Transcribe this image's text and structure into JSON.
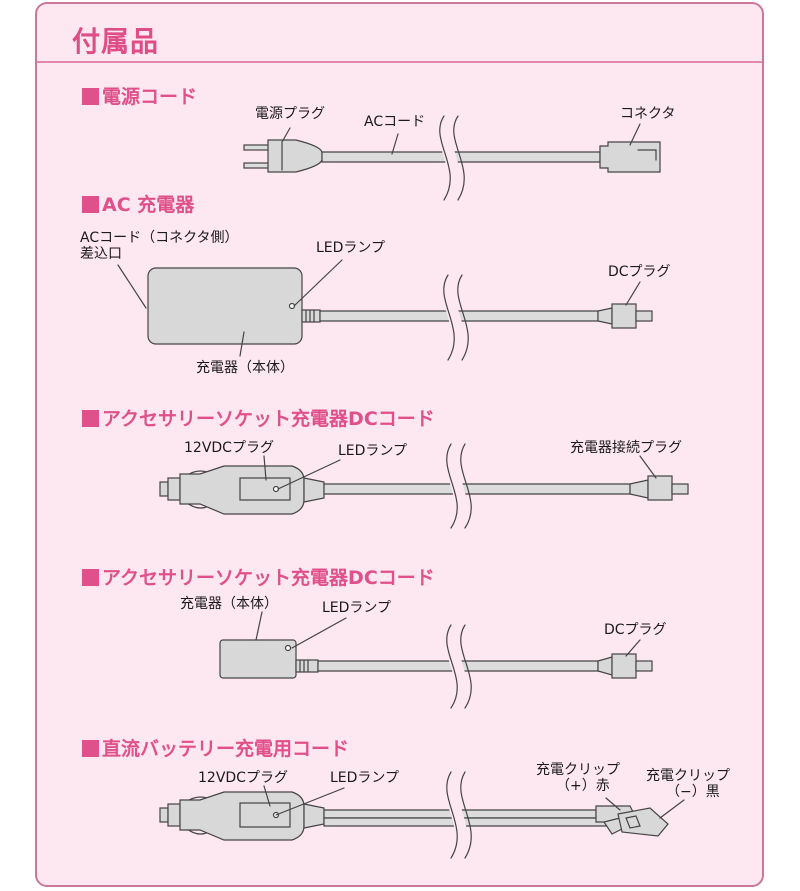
{
  "page": {
    "title": "付属品"
  },
  "sections": [
    {
      "heading": "電源コード",
      "labels": {
        "plug": "電源プラグ",
        "cord": "ACコード",
        "connector": "コネクタ"
      }
    },
    {
      "heading": "AC 充電器",
      "labels": {
        "inlet_1": "ACコード（コネクタ側）",
        "inlet_2": "差込口",
        "led": "LEDランプ",
        "dc_plug": "DCプラグ",
        "body": "充電器（本体）"
      }
    },
    {
      "heading": "アクセサリーソケット充電器DCコード",
      "labels": {
        "plug12v": "12VDCプラグ",
        "led": "LEDランプ",
        "charger_plug": "充電器接続プラグ"
      }
    },
    {
      "heading": "アクセサリーソケット充電器DCコード",
      "labels": {
        "body": "充電器（本体）",
        "led": "LEDランプ",
        "dc_plug": "DCプラグ"
      }
    },
    {
      "heading": "直流バッテリー充電用コード",
      "labels": {
        "plug12v": "12VDCプラグ",
        "led": "LEDランプ",
        "clip_red_1": "充電クリップ",
        "clip_red_2": "（+）赤",
        "clip_black_1": "充電クリップ",
        "clip_black_2": "（−）黒"
      }
    }
  ],
  "colors": {
    "accent": "#e0508a",
    "frame_border": "#c9779b",
    "background": "#fde7f0",
    "cable": "#d8d8d8",
    "outline": "#444444"
  }
}
